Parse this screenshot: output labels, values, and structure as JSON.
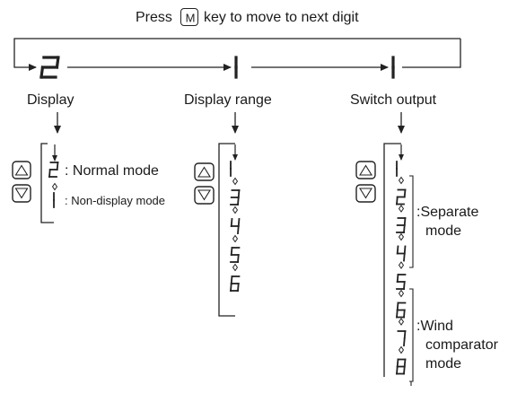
{
  "header": {
    "prefix": "Press",
    "key": "M",
    "suffix": "key to move to next digit"
  },
  "top_digits": [
    "2",
    "1",
    "1"
  ],
  "columns": [
    {
      "label": "Display",
      "values": [
        "2",
        "1"
      ],
      "value_labels": [
        "Normal mode",
        "Non-display mode"
      ]
    },
    {
      "label": "Display range",
      "values": [
        "1",
        "3",
        "4",
        "5",
        "6"
      ]
    },
    {
      "label": "Switch output",
      "values": [
        "1",
        "2",
        "3",
        "4",
        "5",
        "6",
        "7",
        "8"
      ],
      "groups": [
        {
          "label_line1": ":Separate",
          "label_line2": "mode"
        },
        {
          "label_line1": ":Wind",
          "label_line2": "comparator",
          "label_line3": "mode"
        }
      ]
    }
  ],
  "icons": {
    "up": "up-triangle-key-icon",
    "down": "down-triangle-key-icon",
    "mode": "m-key-icon",
    "separator": "diamond-icon"
  }
}
